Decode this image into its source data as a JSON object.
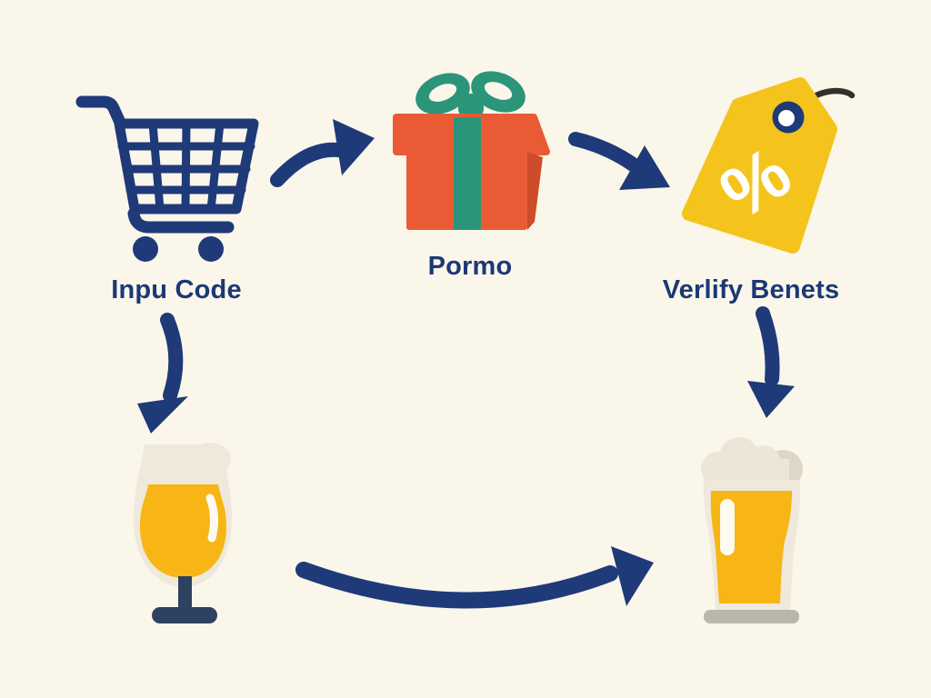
{
  "title": "Promo code redemption flow illustration",
  "colors": {
    "background": "#fbf6ea",
    "navy": "#1e3a78",
    "text-navy": "#1c3876",
    "orange": "#ea5b35",
    "orange-dark": "#cf4c2a",
    "teal": "#2a9579",
    "tag-yellow": "#f4c41d",
    "beer-gold": "#f7b616",
    "foam": "#ece6d8",
    "foam-dark": "#ded7c5",
    "glass-pale": "#efe9dc",
    "base-gray": "#b9b6ac",
    "string-black": "#32302a",
    "white": "#ffffff",
    "highlight": "#fdfaef",
    "slate": "#2f4160"
  },
  "diagram": {
    "percent_symbol": "%",
    "steps": [
      {
        "id": "cart",
        "icon": "shopping-cart-icon",
        "label": "Inpu Code"
      },
      {
        "id": "gift",
        "icon": "gift-box-icon",
        "label": "Pormo"
      },
      {
        "id": "tag",
        "icon": "discount-tag-icon",
        "label": "Verlify Benets"
      },
      {
        "id": "tulip-beer",
        "icon": "tulip-beer-glass-icon",
        "label": ""
      },
      {
        "id": "pint-beer",
        "icon": "pint-beer-glass-icon",
        "label": ""
      }
    ],
    "connectors": [
      "arrow-cart-to-gift",
      "arrow-gift-to-tag",
      "arrow-code-to-tulip-glass",
      "arrow-benefits-to-pint-glass",
      "arrow-tulip-to-pint"
    ]
  }
}
